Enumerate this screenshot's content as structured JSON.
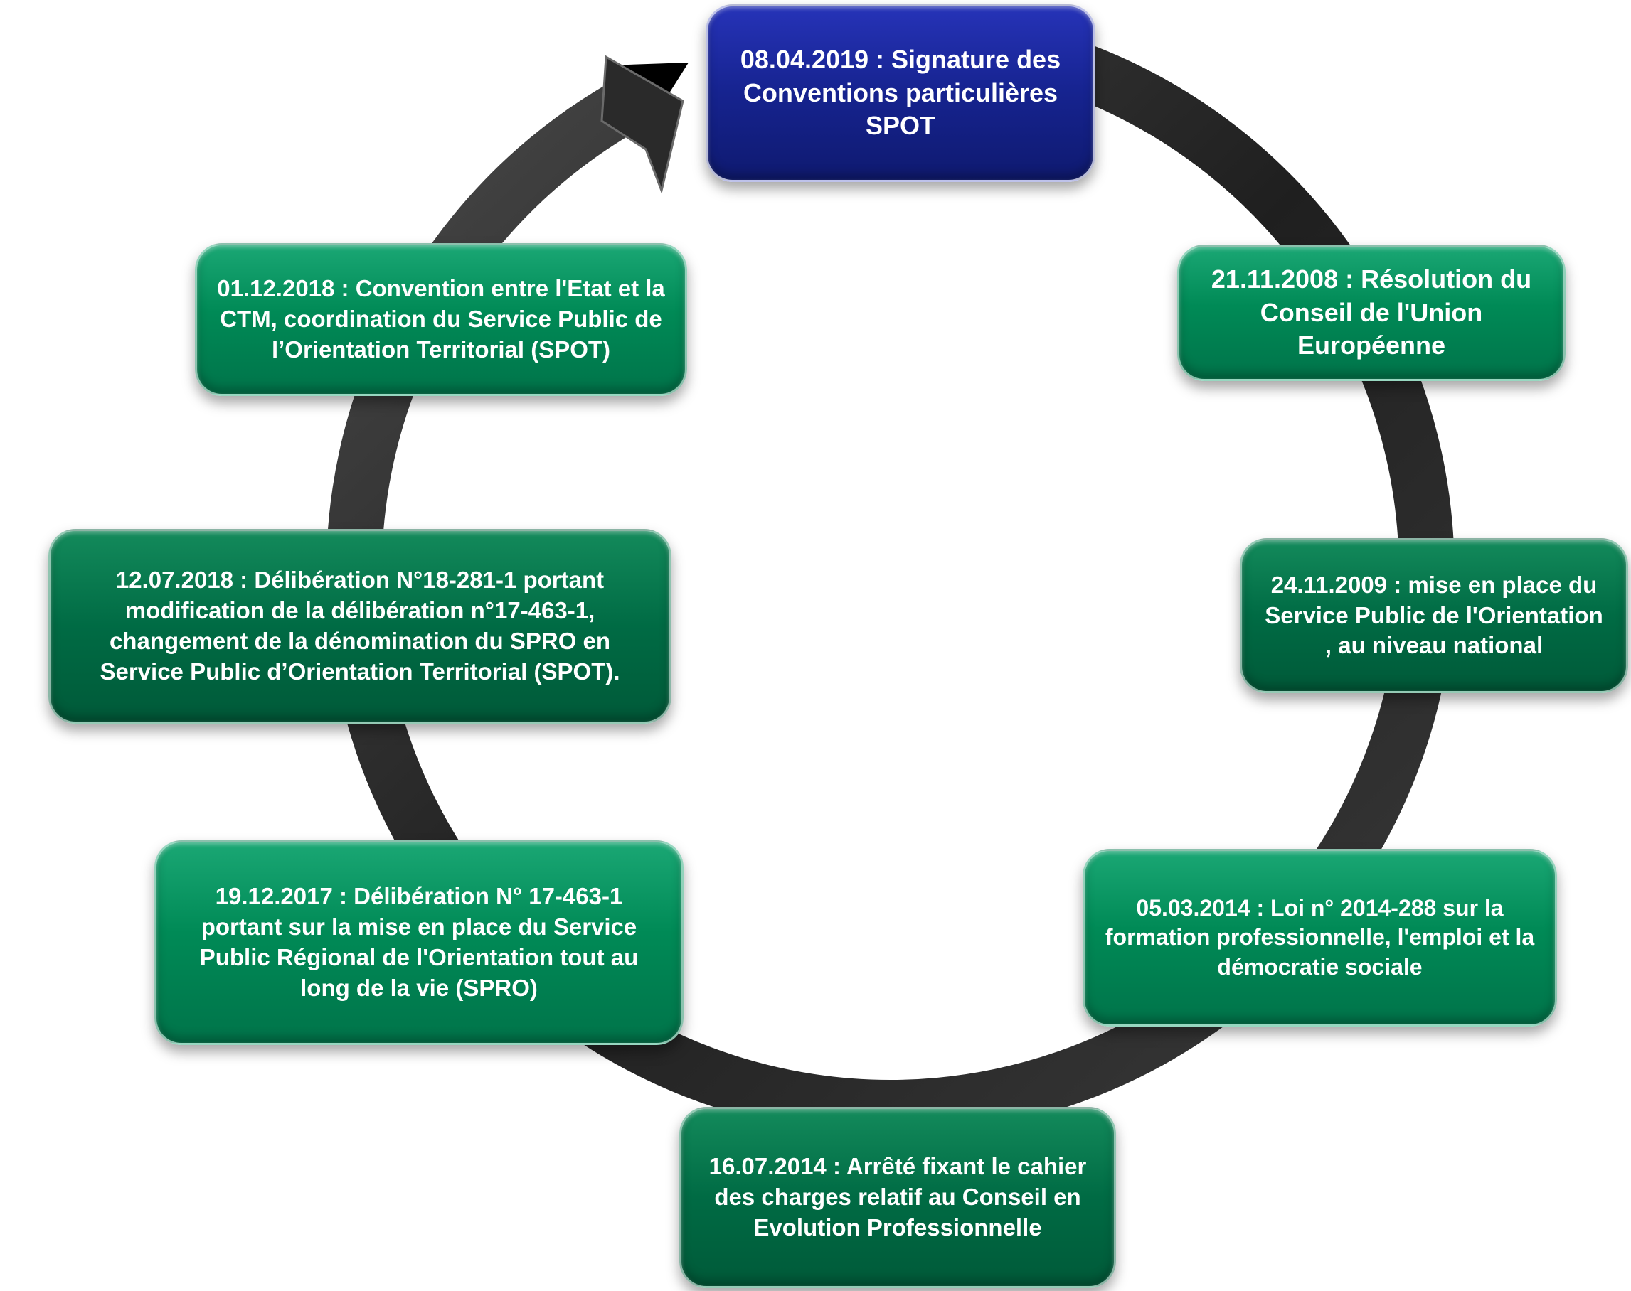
{
  "nodes": {
    "n1": "08.04.2019 : Signature des Conventions particulières SPOT",
    "n2": "21.11.2008 : Résolution du Conseil de l'Union Européenne",
    "n3": "24.11.2009 : mise en place du Service Public de l'Orientation , au niveau national",
    "n4": "05.03.2014 : Loi n° 2014-288 sur la formation professionnelle, l'emploi et la démocratie sociale",
    "n5": "16.07.2014 : Arrêté fixant le cahier des charges relatif au Conseil en Evolution Professionnelle",
    "n6": "19.12.2017 : Délibération N° 17-463-1 portant sur la mise en place du Service Public Régional de l'Orientation tout au long de la vie (SPRO)",
    "n7": "12.07.2018 : Délibération N°18-281-1 portant modification de la délibération n°17-463-1, changement de la dénomination du SPRO en Service Public d’Orientation Territorial (SPOT).",
    "n8": "01.12.2018 : Convention entre l'Etat et la CTM, coordination du Service Public de l’Orientation Territorial (SPOT)"
  },
  "colors": {
    "ring": "#2b2b2b",
    "green": "#008a56",
    "dark_green": "#006b44",
    "blue": "#16238f"
  }
}
